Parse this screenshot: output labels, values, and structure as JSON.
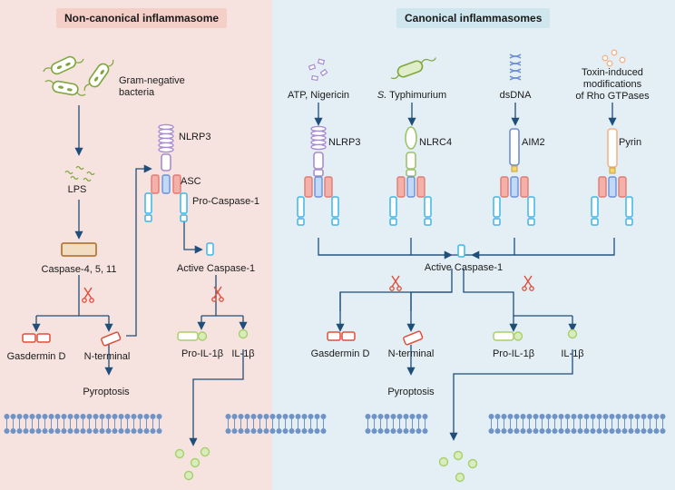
{
  "colors": {
    "noncanonical_bg": "#f6e3df",
    "canonical_bg": "#e4eff5",
    "noncanonical_title_bg": "#f3cfc8",
    "canonical_title_bg": "#cfe6ef",
    "arrow": "#1f4e79",
    "nlrp3": "#a98bd4",
    "nlrc4": "#9cc46a",
    "aim2": "#6d8fd6",
    "pyrin": "#f2b489",
    "asc_red": "#e07b73",
    "caspase1": "#3cb7e6",
    "gasdermin": "#e04e3b",
    "il1b": "#a7cf6c",
    "lps": "#7fa63c",
    "caspase4": "#b5793a",
    "membrane": "#6f93c4"
  },
  "icons": [
    "bacteria-icon",
    "scissors-icon",
    "dna-icon",
    "membrane-icon"
  ],
  "noncanonical": {
    "title": "Non-canonical inflammasome",
    "bacteria": "Gram-negative\nbacteria",
    "lps": "LPS",
    "caspase": "Caspase-4, 5, 11",
    "gasdermin": "Gasdermin D",
    "n_terminal": "N-terminal",
    "pyroptosis": "Pyroptosis",
    "nlrp3": "NLRP3",
    "asc": "ASC",
    "pro_caspase": "Pro-Caspase-1",
    "active_caspase": "Active Caspase-1",
    "pro_il": "Pro-IL-1β",
    "il": "IL-1β"
  },
  "canonical": {
    "title": "Canonical inflammasomes",
    "stim1": "ATP, Nigericin",
    "stim2_italic": "S.",
    "stim2_rest": " Typhimurium",
    "stim3": "dsDNA",
    "stim4": "Toxin-induced\nmodifications\nof Rho GTPases",
    "sensor1": "NLRP3",
    "sensor2": "NLRC4",
    "sensor3": "AIM2",
    "sensor4": "Pyrin",
    "active_caspase": "Active Caspase-1",
    "gasdermin": "Gasdermin D",
    "n_terminal": "N-terminal",
    "pyroptosis": "Pyroptosis",
    "pro_il": "Pro-IL-1β",
    "il": "IL-1β"
  }
}
